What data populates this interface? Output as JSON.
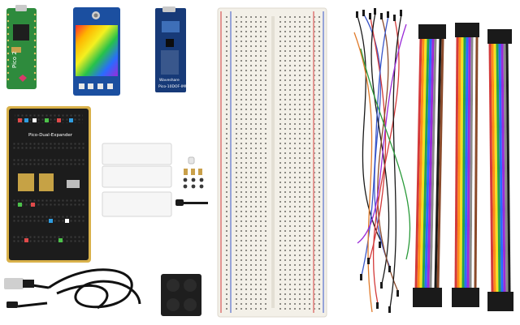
{
  "labels": {
    "pico_board": "Pico 2",
    "expander_board": "Pico-Dual-Expander",
    "imu_board": "Pico-10DOF-IMU",
    "brand": "Waveshare"
  },
  "colors": {
    "pico_green": "#2e8b3d",
    "expander_black": "#1c1c1c",
    "expander_gold": "#d9b14a",
    "breadboard": "#f3f0e8",
    "rail_red": "#d33a3a",
    "rail_blue": "#3a56c8",
    "imu_blue": "#173a78",
    "lcd_blue": "#1b4fa0"
  }
}
